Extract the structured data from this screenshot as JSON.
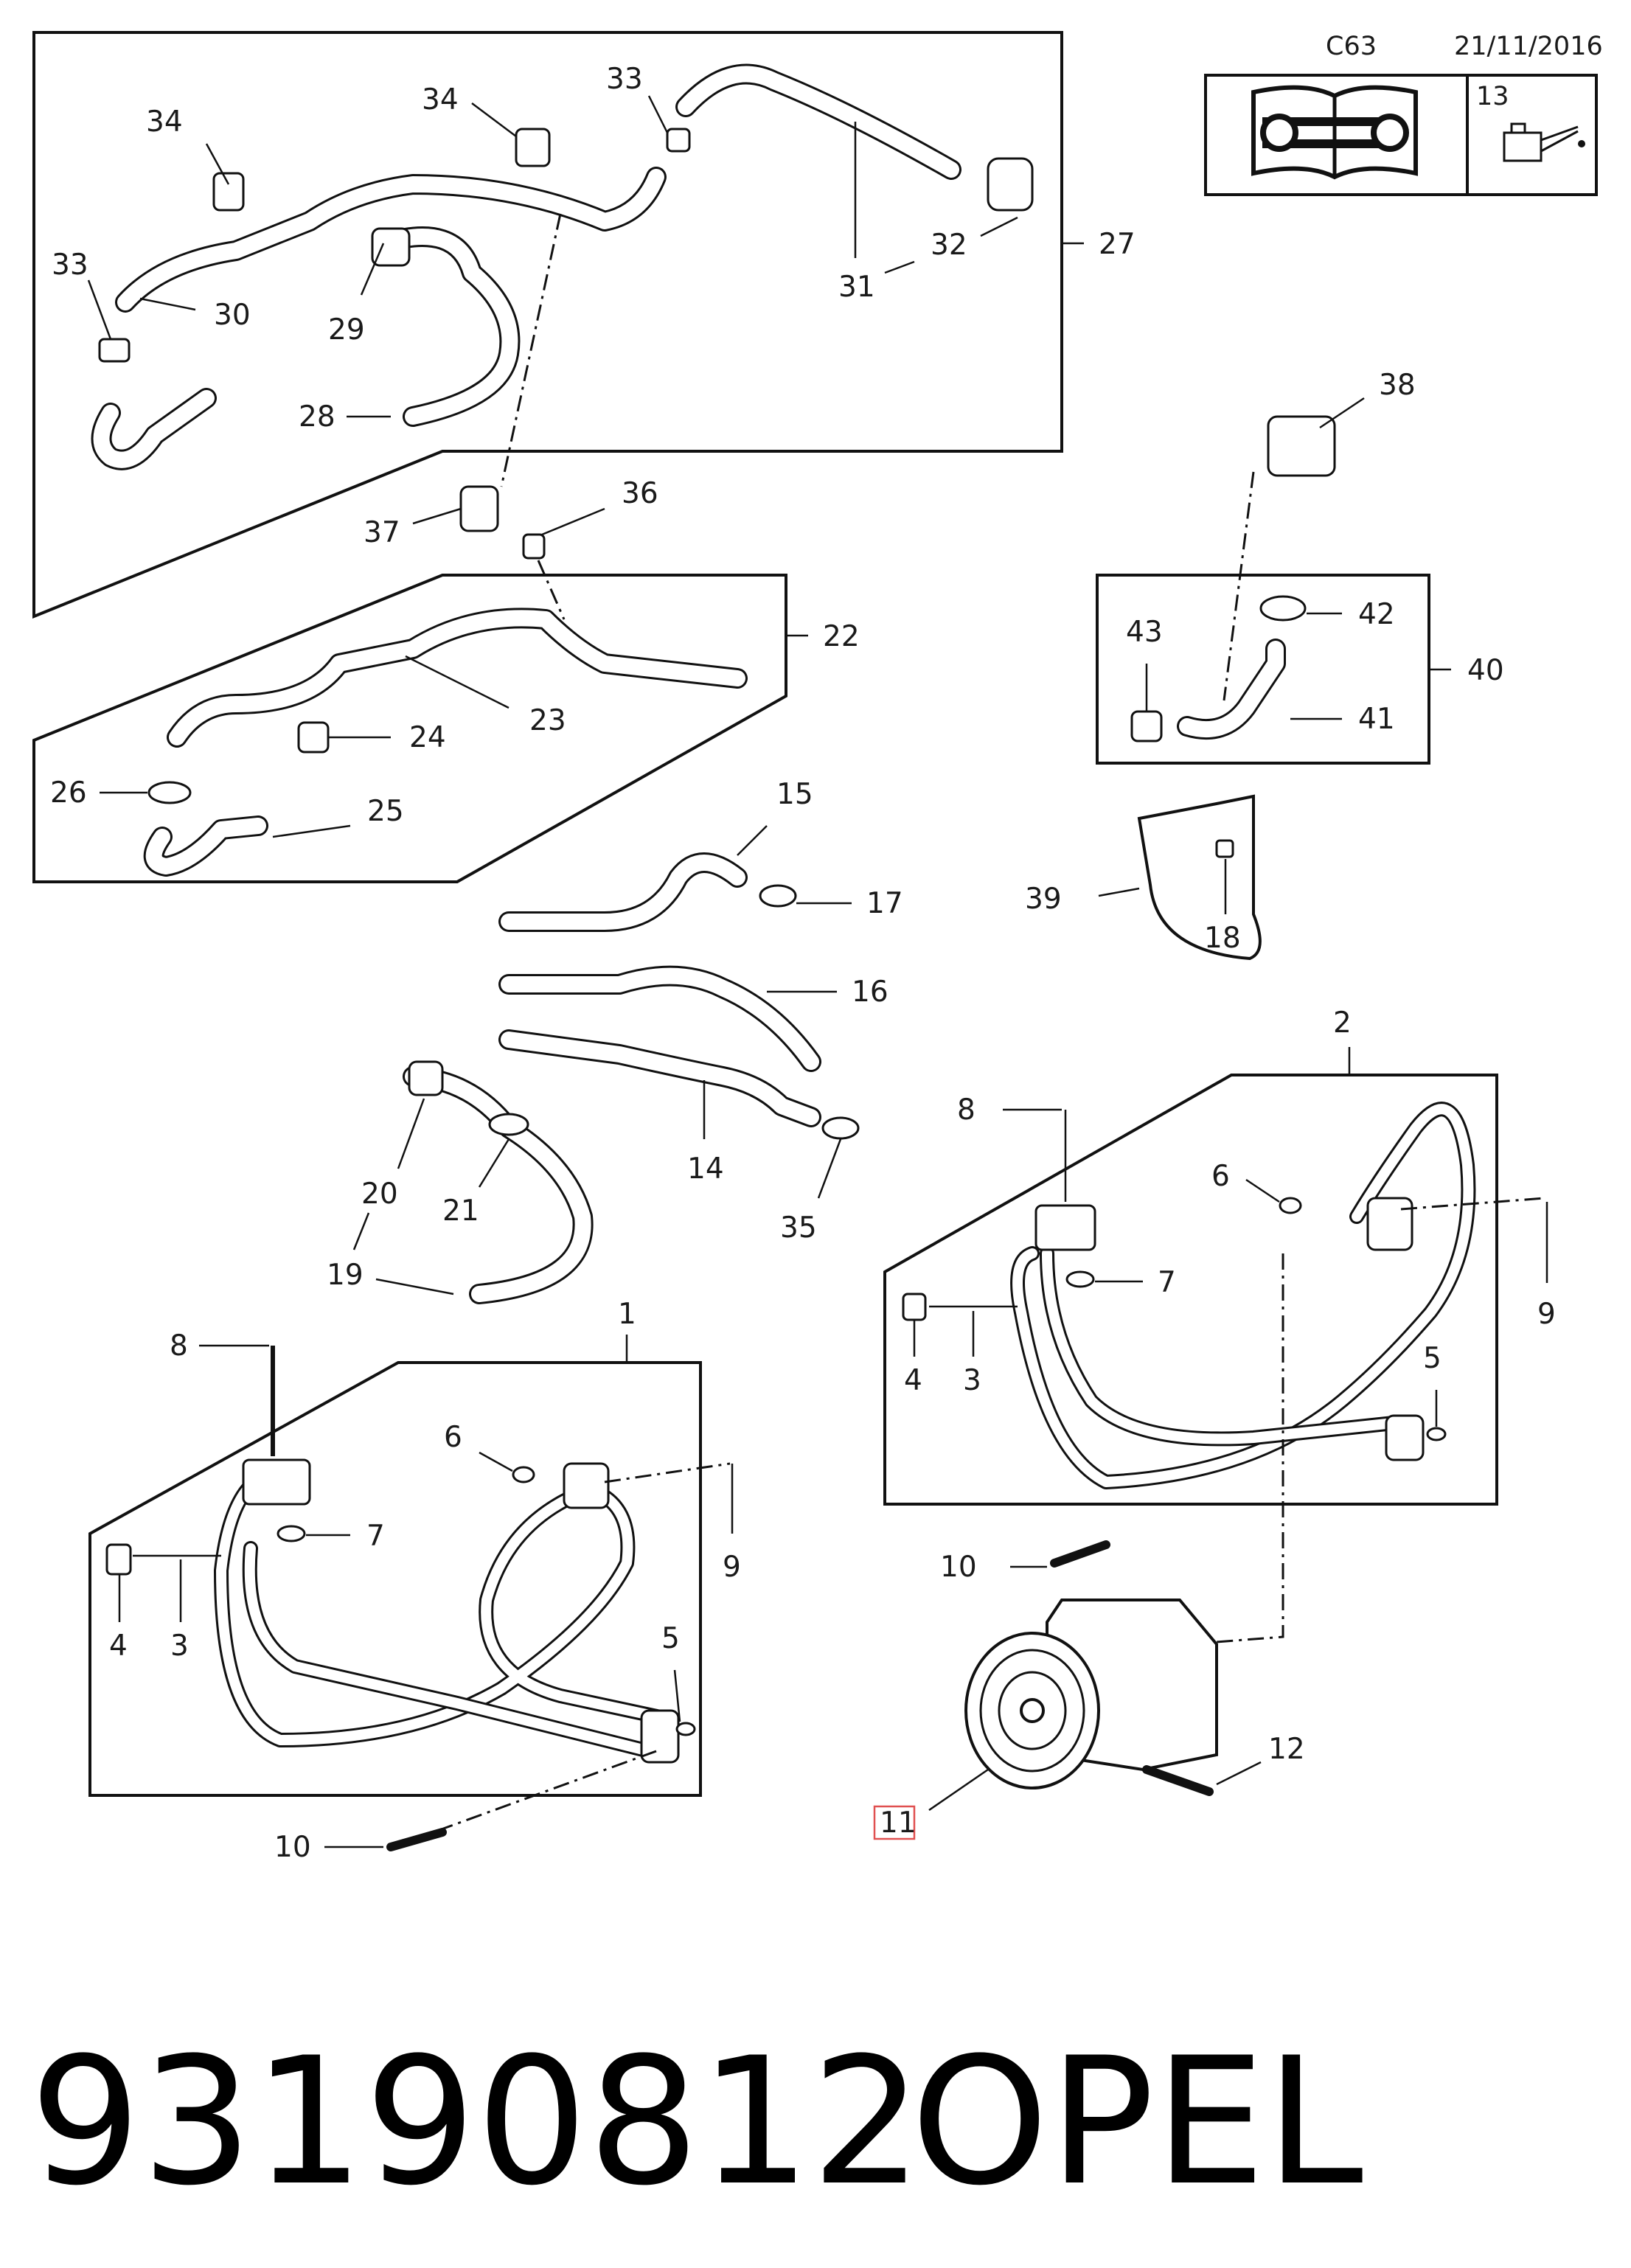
{
  "header": {
    "code": "C63",
    "date": "21/11/2016",
    "oil_callout": "13",
    "icons": [
      "service-manual-icon",
      "oil-can-icon"
    ]
  },
  "footer": {
    "part_number": "93190812",
    "brand": "OPEL"
  },
  "callouts": {
    "c1": "1",
    "c2": "2",
    "c3a": "3",
    "c3b": "3",
    "c4a": "4",
    "c4b": "4",
    "c5a": "5",
    "c5b": "5",
    "c6a": "6",
    "c6b": "6",
    "c7a": "7",
    "c7b": "7",
    "c8a": "8",
    "c8b": "8",
    "c9a": "9",
    "c9b": "9",
    "c10a": "10",
    "c10b": "10",
    "c11": "11",
    "c12": "12",
    "c14": "14",
    "c15": "15",
    "c16": "16",
    "c17": "17",
    "c18": "18",
    "c19": "19",
    "c20": "20",
    "c21": "21",
    "c22": "22",
    "c23": "23",
    "c24": "24",
    "c25": "25",
    "c26": "26",
    "c27": "27",
    "c28": "28",
    "c29": "29",
    "c30": "30",
    "c31": "31",
    "c32": "32",
    "c33a": "33",
    "c33b": "33",
    "c34a": "34",
    "c34b": "34",
    "c35": "35",
    "c36": "36",
    "c37": "37",
    "c38": "38",
    "c39": "39",
    "c40": "40",
    "c41": "41",
    "c42": "42",
    "c43": "43"
  },
  "highlight": {
    "callout": "11",
    "color": "#e05050"
  }
}
